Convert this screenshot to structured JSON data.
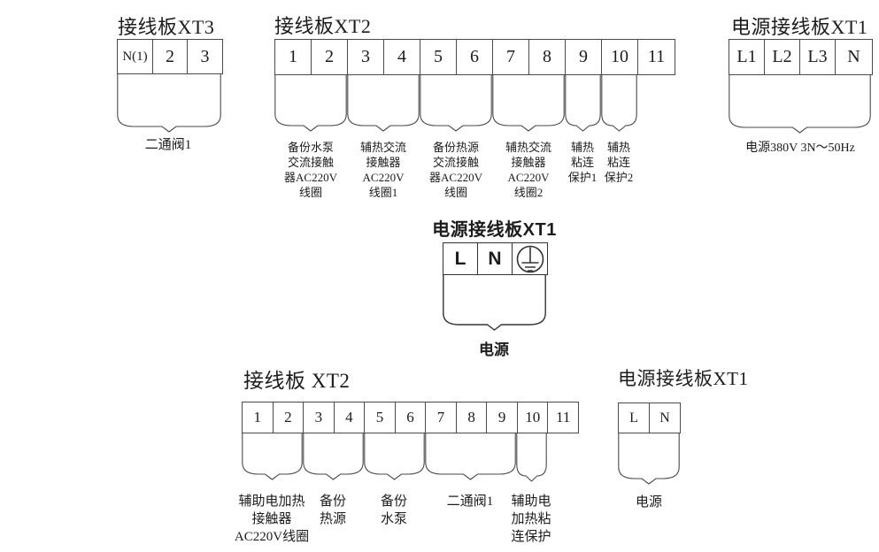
{
  "colors": {
    "line": "#4a4a4a",
    "line_bold": "#333333",
    "text": "#1c1c1c",
    "background": "#ffffff"
  },
  "top": {
    "xt3": {
      "title": "接线板XT3",
      "terminals": [
        "N(1)",
        "2",
        "3"
      ],
      "groups": [
        {
          "span": "N(1)-3",
          "label": "二通阀1"
        }
      ]
    },
    "xt2": {
      "title": "接线板XT2",
      "terminals": [
        "1",
        "2",
        "3",
        "4",
        "5",
        "6",
        "7",
        "8",
        "9",
        "10",
        "11"
      ],
      "groups": [
        {
          "span": "1-2",
          "label": "备份水泵\n交流接触\n器AC220V\n线圈"
        },
        {
          "span": "3-4",
          "label": "辅热交流\n接触器\nAC220V\n线圈1"
        },
        {
          "span": "5-6",
          "label": "备份热源\n交流接触\n器AC220V\n线圈"
        },
        {
          "span": "7-8",
          "label": "辅热交流\n接触器\nAC220V\n线圈2"
        },
        {
          "span": "9",
          "label": "辅热\n粘连\n保护1"
        },
        {
          "span": "10",
          "label": "辅热\n粘连\n保护2"
        }
      ]
    },
    "xt1": {
      "title": "电源接线板XT1",
      "terminals": [
        "L1",
        "L2",
        "L3",
        "N"
      ],
      "groups": [
        {
          "span": "L1-N",
          "label": "电源380V 3N～50Hz"
        }
      ]
    }
  },
  "middle": {
    "xt1": {
      "title": "电源接线板XT1",
      "terminals": [
        "L",
        "N"
      ],
      "ground_symbol": "protective-earth-icon",
      "groups": [
        {
          "span": "L-PE",
          "label": "电源"
        }
      ]
    }
  },
  "bottom": {
    "xt2": {
      "title": "接线板 XT2",
      "terminals": [
        "1",
        "2",
        "3",
        "4",
        "5",
        "6",
        "7",
        "8",
        "9",
        "10",
        "11"
      ],
      "groups": [
        {
          "span": "1-2",
          "label": "辅助电加热\n接触器\nAC220V线圈"
        },
        {
          "span": "3-4",
          "label": "备份\n热源"
        },
        {
          "span": "5-6",
          "label": "备份\n水泵"
        },
        {
          "span": "7-9",
          "label": "二通阀1"
        },
        {
          "span": "10",
          "label": "辅助电\n加热粘\n连保护"
        }
      ]
    },
    "xt1": {
      "title": "电源接线板XT1",
      "terminals": [
        "L",
        "N"
      ],
      "groups": [
        {
          "span": "L-N",
          "label": "电源"
        }
      ]
    }
  }
}
